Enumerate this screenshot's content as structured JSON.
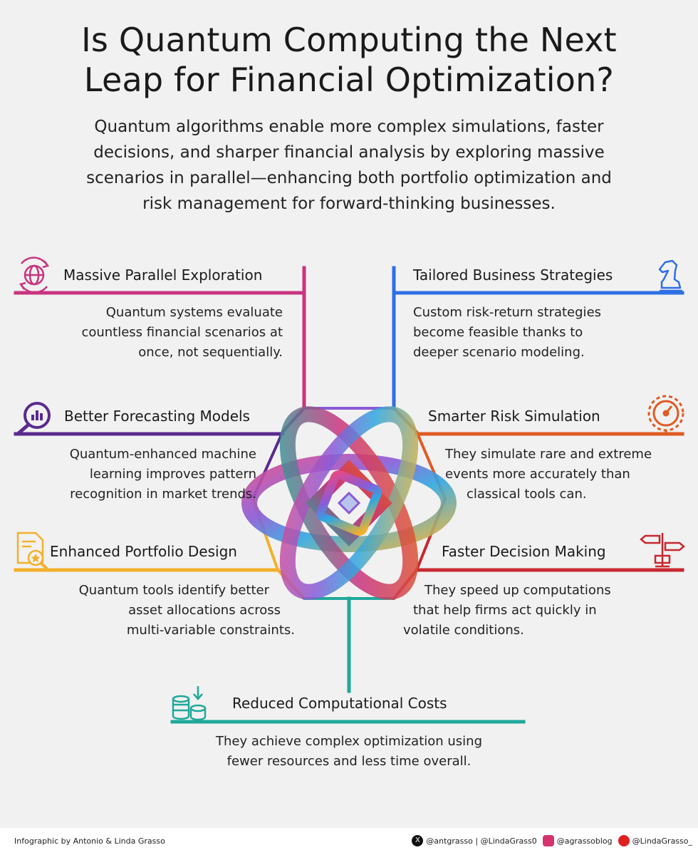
{
  "title": {
    "line1": "Is Quantum Computing the Next",
    "line2": "Leap for Financial Optimization?"
  },
  "subtitle": {
    "line1": "Quantum algorithms enable more complex simulations, faster",
    "line2": "decisions, and sharper financial analysis by exploring massive",
    "line3": "scenarios in parallel—enhancing both portfolio optimization and",
    "line4": "risk management for forward-thinking businesses."
  },
  "colors": {
    "magenta": "#c9347f",
    "blue": "#2f6fe4",
    "purple": "#5a2a8e",
    "orange": "#e05a22",
    "yellow": "#f2b02b",
    "red": "#c8282f",
    "teal": "#1fa89a"
  },
  "items": [
    {
      "title": "Massive Parallel Exploration",
      "icon": "globe-arrows-icon",
      "color": "#c9347f",
      "body": [
        "Quantum systems evaluate",
        "countless financial scenarios at",
        "once, not sequentially."
      ]
    },
    {
      "title": "Tailored Business Strategies",
      "icon": "chess-knight-icon",
      "color": "#2f6fe4",
      "body": [
        "Custom risk-return strategies",
        "become feasible thanks to",
        "deeper scenario modeling."
      ]
    },
    {
      "title": "Better Forecasting Models",
      "icon": "magnifier-chart-icon",
      "color": "#5a2a8e",
      "body": [
        "Quantum-enhanced machine",
        "learning improves pattern",
        "recognition in market trends."
      ]
    },
    {
      "title": "Smarter Risk Simulation",
      "icon": "gauge-icon",
      "color": "#e05a22",
      "body": [
        "They simulate rare and extreme",
        "events more accurately than",
        "classical tools can."
      ]
    },
    {
      "title": "Enhanced Portfolio Design",
      "icon": "document-star-icon",
      "color": "#f2b02b",
      "body": [
        "Quantum tools identify better",
        "asset allocations across",
        "multi-variable constraints."
      ]
    },
    {
      "title": "Faster Decision Making",
      "icon": "signpost-icon",
      "color": "#c8282f",
      "body": [
        "They speed up computations",
        "that help firms act quickly in",
        "volatile conditions."
      ]
    },
    {
      "title": "Reduced Computational Costs",
      "icon": "coins-down-icon",
      "color": "#1fa89a",
      "body": [
        "They achieve complex optimization using",
        "fewer resources and less time overall."
      ]
    }
  ],
  "footer": {
    "credit": "Infographic by Antonio & Linda Grasso",
    "x_handles": "@antgrasso | @LindaGrass0",
    "instagram": "@agrassoblog",
    "youtube": "@LindaGrasso_"
  }
}
